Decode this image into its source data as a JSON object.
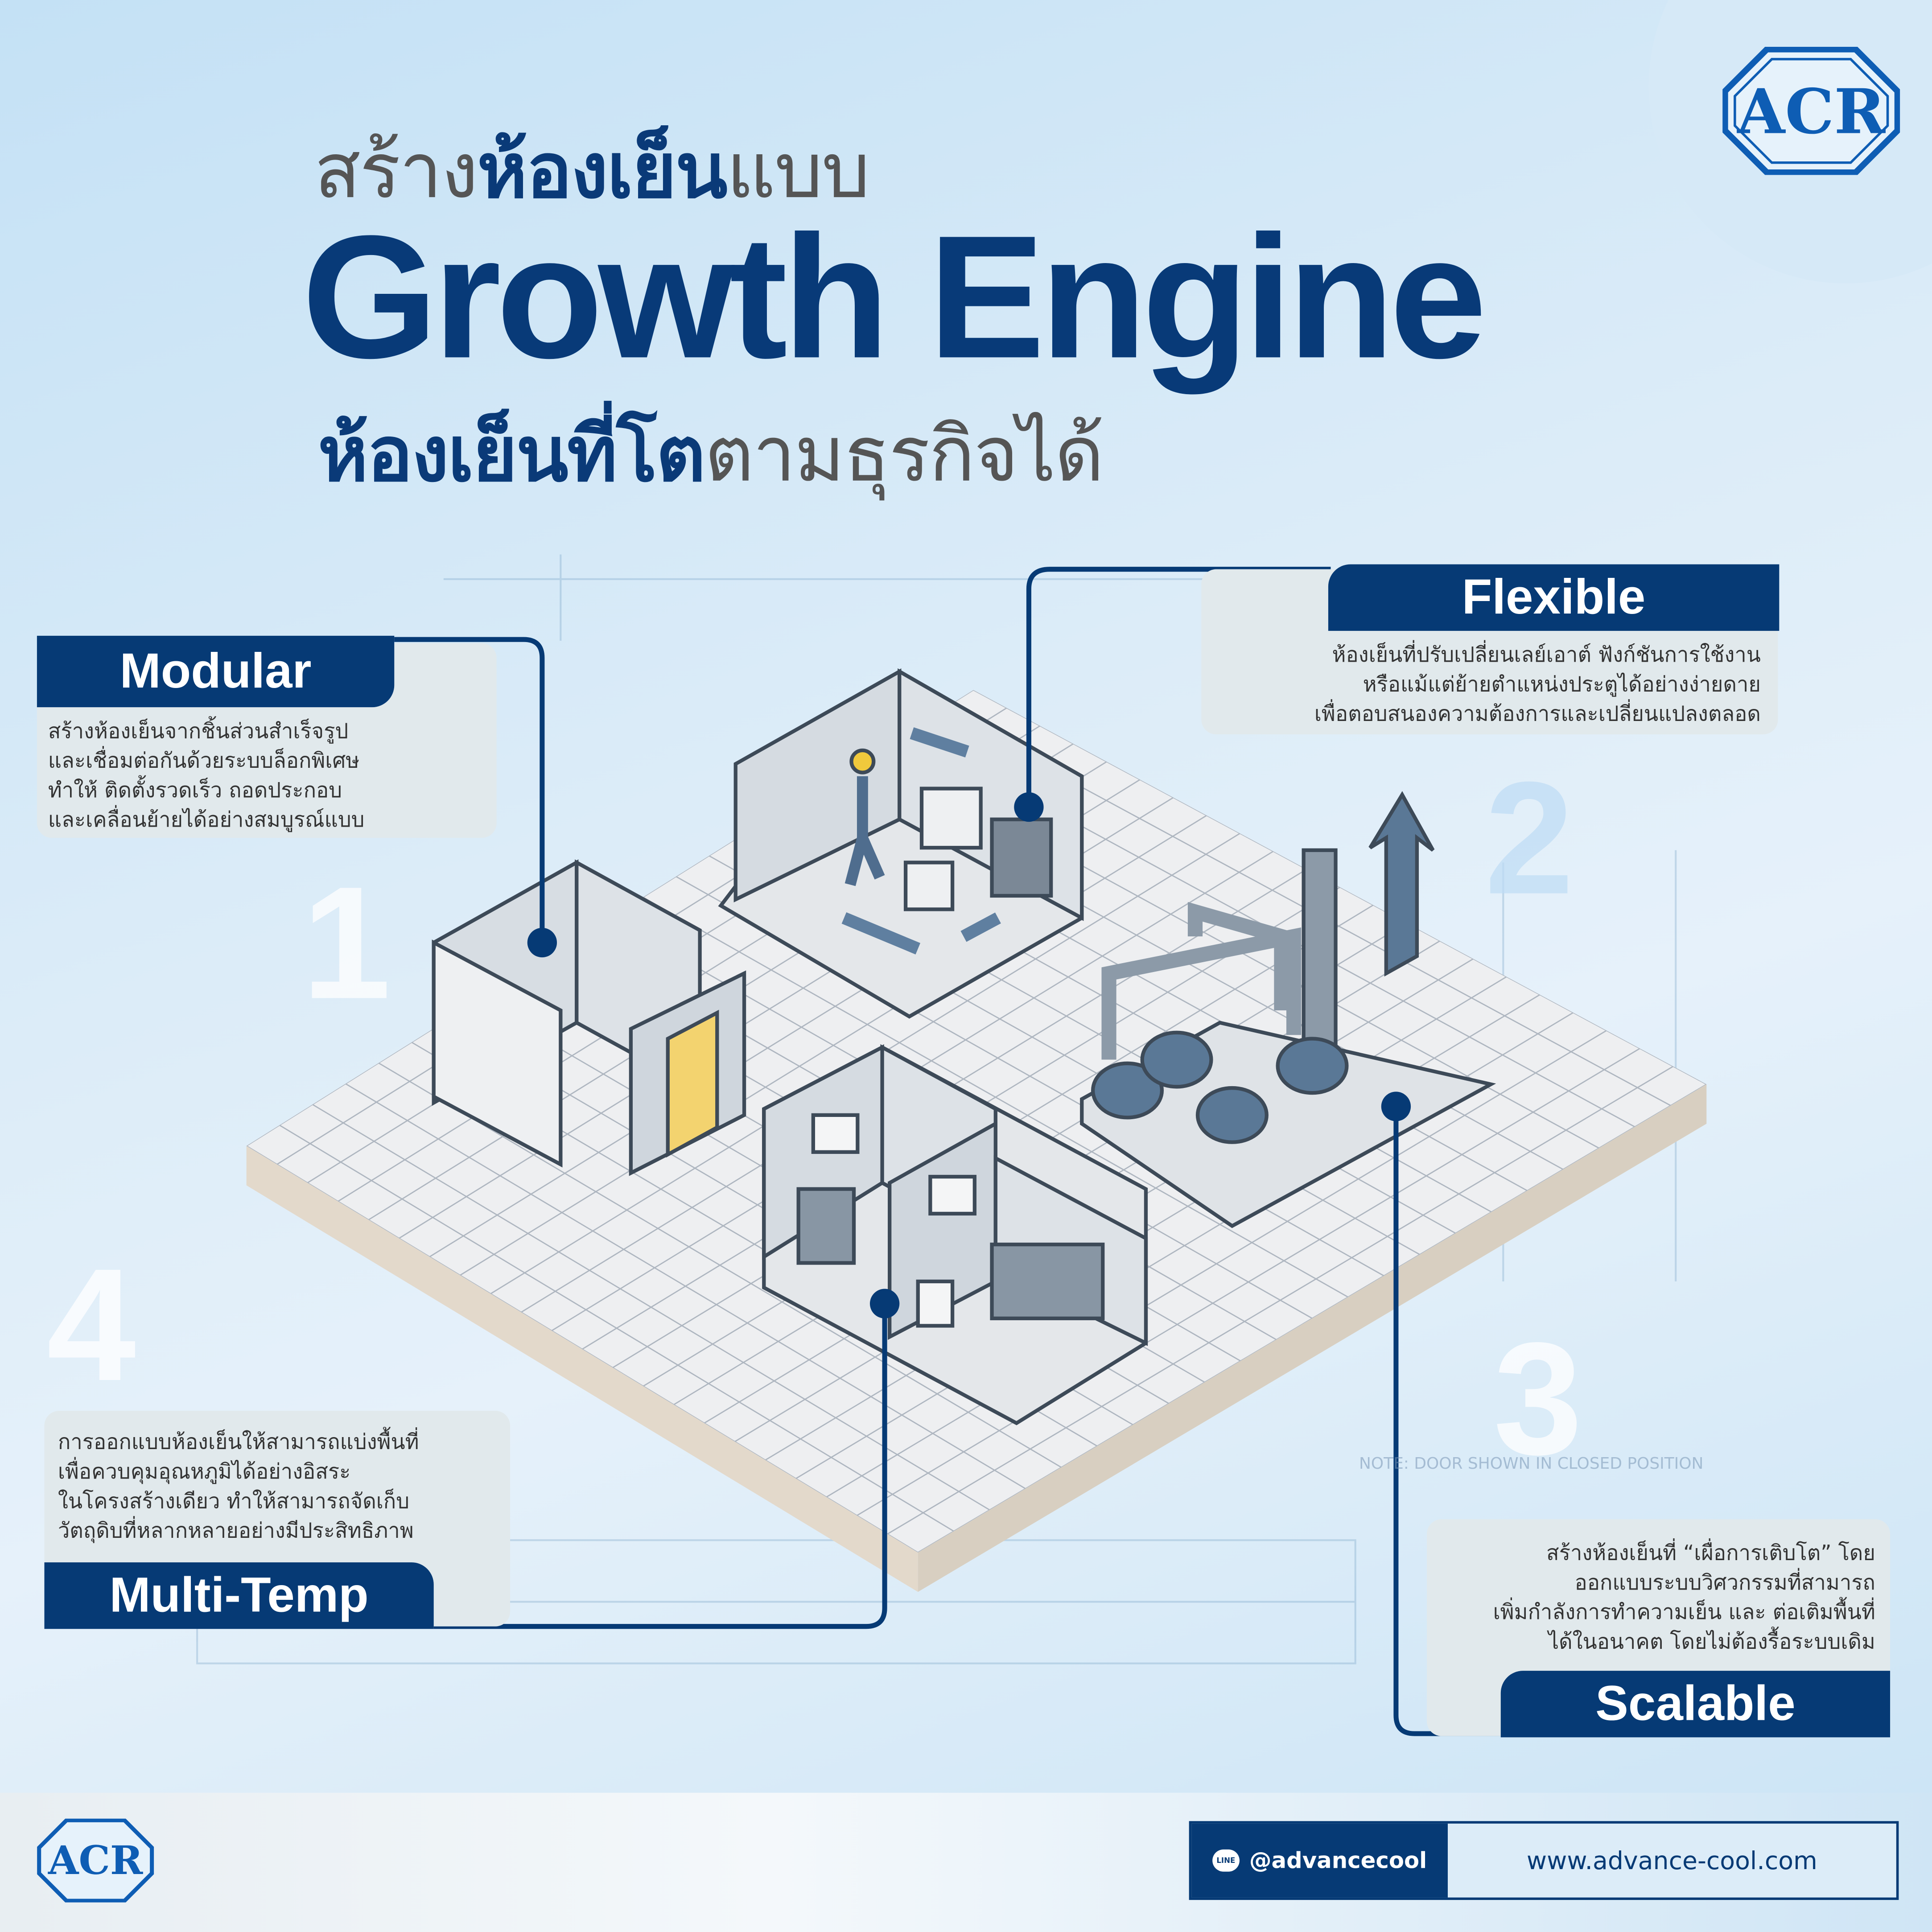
{
  "brand": {
    "logo_text": "ACR",
    "accent": "#063a75"
  },
  "header": {
    "line1_pre": "สร้าง",
    "line1_bold": "ห้องเย็น",
    "line1_post": "แบบ",
    "title": "Growth Engine",
    "line3_bold": "ห้องเย็น",
    "line3_mid": "ที่โต",
    "line3_post": "ตามธุรกิจได้"
  },
  "features": [
    {
      "number": "1",
      "title": "Modular",
      "lines": [
        "สร้างห้องเย็นจากชิ้นส่วนสำเร็จรูป",
        "และเชื่อมต่อกันด้วยระบบล็อกพิเศษ",
        "ทำให้ ติดตั้งรวดเร็ว ถอดประกอบ",
        "และเคลื่อนย้ายได้อย่างสมบูรณ์แบบ"
      ]
    },
    {
      "number": "2",
      "title": "Flexible",
      "lines": [
        "ห้องเย็นที่ปรับเปลี่ยนเลย์เอาต์ ฟังก์ชันการใช้งาน",
        "หรือแม้แต่ย้ายตำแหน่งประตูได้อย่างง่ายดาย",
        "เพื่อตอบสนองความต้องการและเปลี่ยนแปลงตลอด"
      ]
    },
    {
      "number": "3",
      "title": "Scalable",
      "lines": [
        "สร้างห้องเย็นที่ “เผื่อการเติบโต” โดย",
        "ออกแบบระบบวิศวกรรมที่สามารถ",
        "เพิ่มกำลังการทำความเย็น และ ต่อเติมพื้นที่",
        "ได้ในอนาคต โดยไม่ต้องรื้อระบบเดิม"
      ]
    },
    {
      "number": "4",
      "title": "Multi-Temp",
      "lines": [
        "การออกแบบห้องเย็นให้สามารถแบ่งพื้นที่",
        "เพื่อควบคุมอุณหภูมิได้อย่างอิสระ",
        "ในโครงสร้างเดียว ทำให้สามารถจัดเก็บ",
        "วัตถุดิบที่หลากหลายอย่างมีประสิทธิภาพ"
      ]
    }
  ],
  "blueprint_note": "NOTE: DOOR SHOWN IN CLOSED POSITION",
  "footer": {
    "line_icon": "LINE",
    "line_handle": "@advancecool",
    "website": "www.advance-cool.com"
  }
}
